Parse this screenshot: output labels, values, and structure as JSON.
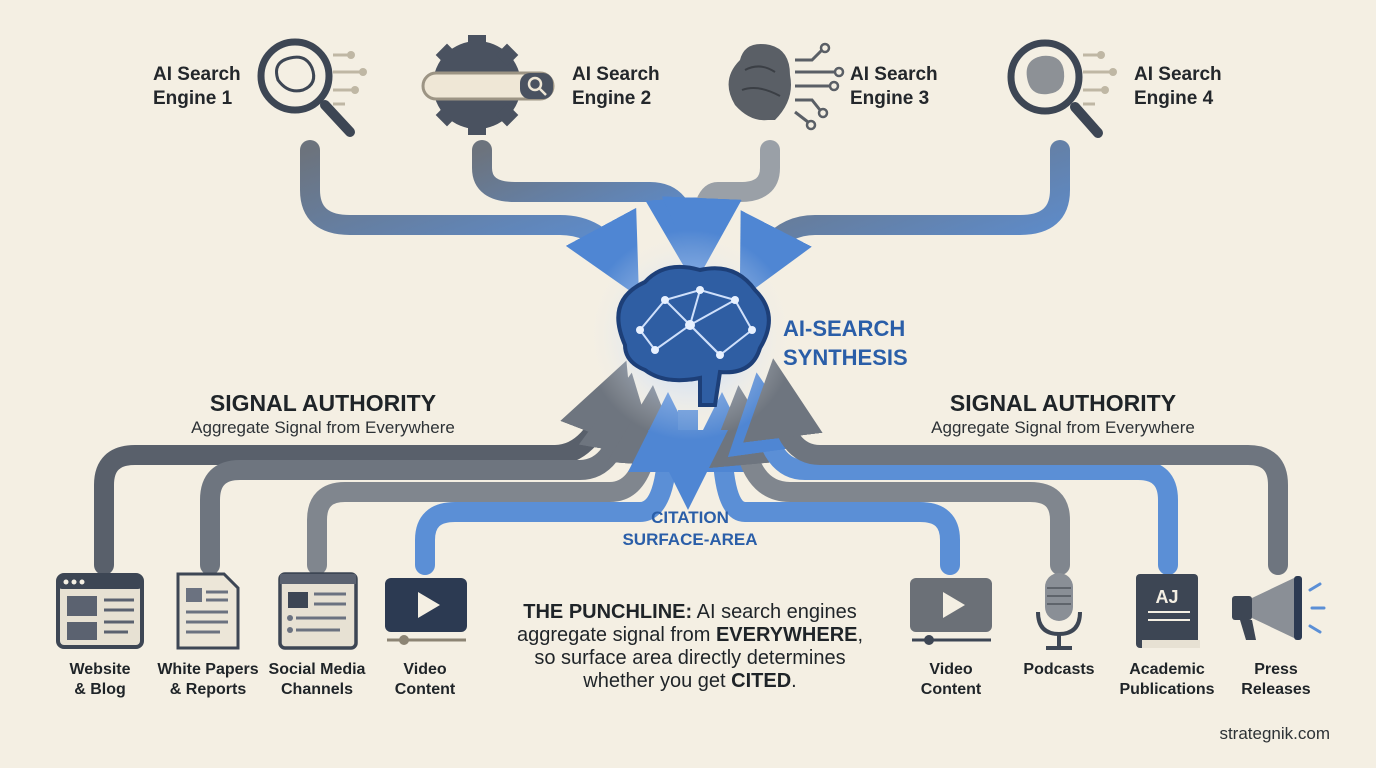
{
  "engines": [
    {
      "line1": "AI Search",
      "line2": "Engine 1",
      "icon": "magnifier-brain-icon"
    },
    {
      "line1": "AI Search",
      "line2": "Engine 2",
      "icon": "gear-search-bar-icon"
    },
    {
      "line1": "AI Search",
      "line2": "Engine 3",
      "icon": "circuit-brain-icon"
    },
    {
      "line1": "AI Search",
      "line2": "Engine 4",
      "icon": "magnifier-brain-icon"
    }
  ],
  "hub": {
    "line1": "AI-SEARCH",
    "line2": "SYNTHESIS",
    "icon": "glowing-brain-icon"
  },
  "signal_left": {
    "title": "SIGNAL AUTHORITY",
    "subtitle": "Aggregate Signal from Everywhere"
  },
  "signal_right": {
    "title": "SIGNAL AUTHORITY",
    "subtitle": "Aggregate Signal from Everywhere"
  },
  "citation": {
    "line1": "CITATION",
    "line2": "SURFACE-AREA"
  },
  "sources": [
    {
      "line1": "Website",
      "line2": "& Blog",
      "icon": "browser-window-icon"
    },
    {
      "line1": "White Papers",
      "line2": "& Reports",
      "icon": "document-icon"
    },
    {
      "line1": "Social Media",
      "line2": "Channels",
      "icon": "social-feed-icon"
    },
    {
      "line1": "Video",
      "line2": "Content",
      "icon": "video-player-icon"
    },
    {
      "line1": "Video",
      "line2": "Content",
      "icon": "video-player-icon"
    },
    {
      "line1": "Podcasts",
      "line2": "",
      "icon": "microphone-icon"
    },
    {
      "line1": "Academic",
      "line2": "Publications",
      "icon": "journal-book-icon"
    },
    {
      "line1": "Press",
      "line2": "Releases",
      "icon": "megaphone-icon"
    }
  ],
  "journal_badge": "AJ",
  "punchline": {
    "lead": "THE PUNCHLINE:",
    "l1_rest": " AI search engines",
    "l2_pre": "aggregate signal from ",
    "l2_bold": "EVERYWHERE",
    "l2_post": ",",
    "l3": "so surface area directly determines",
    "l4_pre": "whether you get ",
    "l4_bold": "CITED",
    "l4_post": "."
  },
  "credit": "strategnik.com",
  "colors": {
    "background": "#f4efe3",
    "accent_blue": "#2a5ea8",
    "arrow_blue": "#5b8fd6",
    "arrow_gray": "#7a7f86",
    "dark_slate": "#3d4654"
  }
}
